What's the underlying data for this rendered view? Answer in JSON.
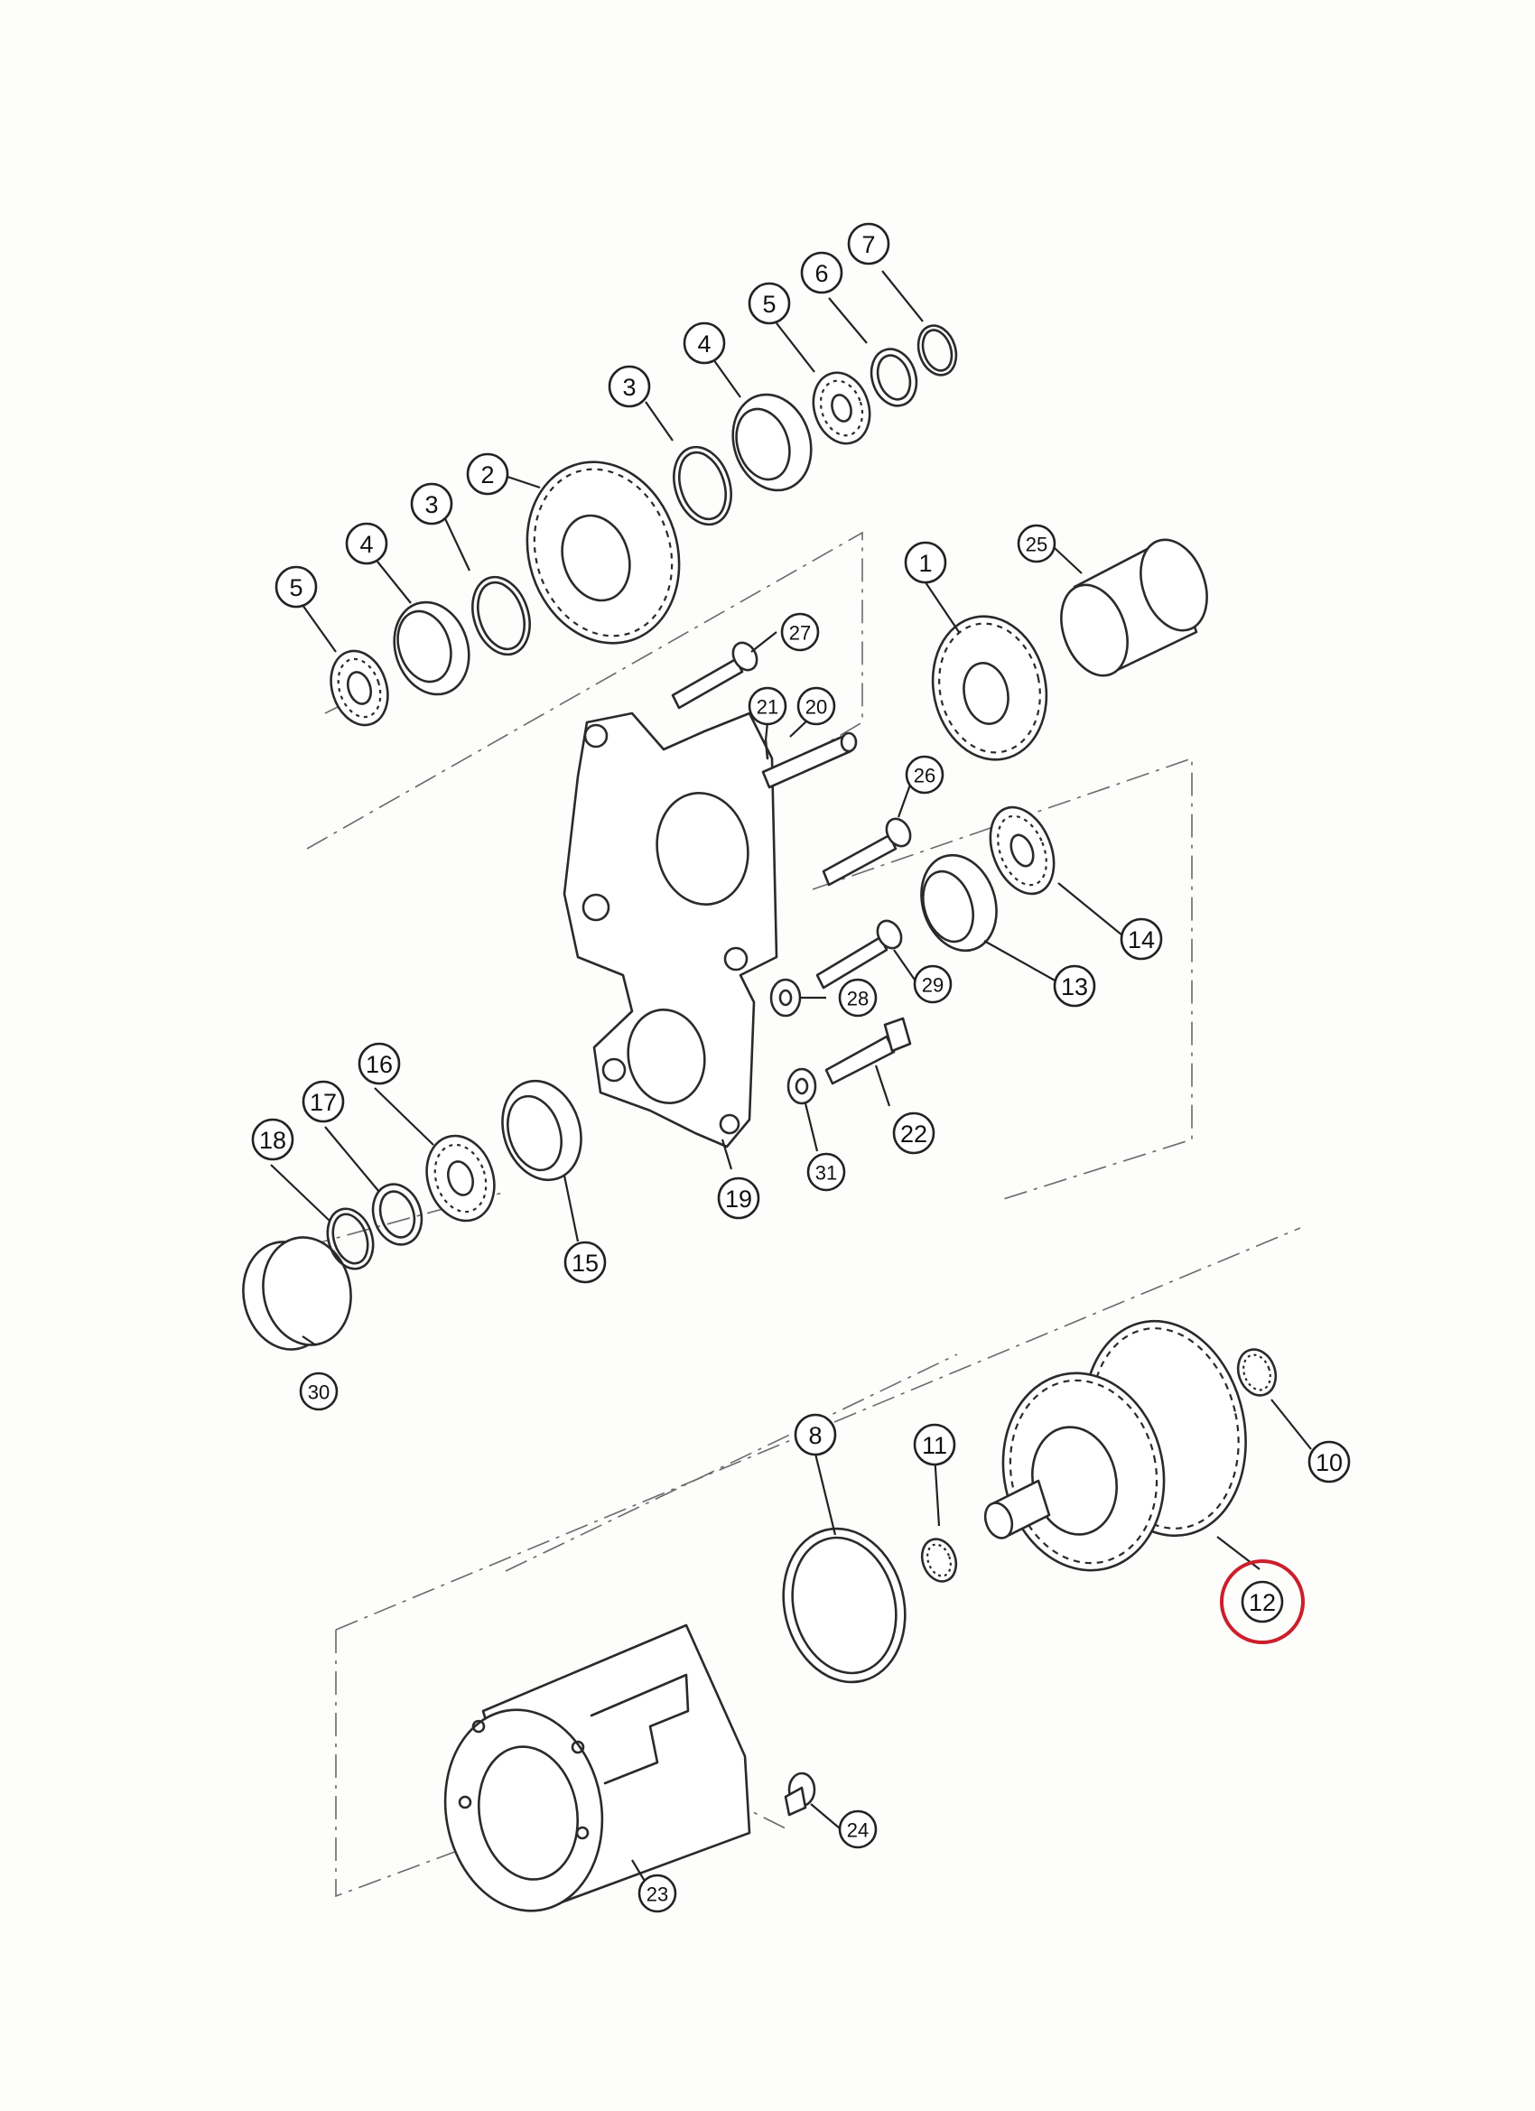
{
  "colors": {
    "line": "#2a2a2a",
    "highlight": "#cc1f2b",
    "paper": "#fdfdfc"
  },
  "highlighted_callout": "12",
  "callouts": [
    {
      "id": "c1",
      "label": "1"
    },
    {
      "id": "c2",
      "label": "2"
    },
    {
      "id": "c3a",
      "label": "3"
    },
    {
      "id": "c3b",
      "label": "3"
    },
    {
      "id": "c4a",
      "label": "4"
    },
    {
      "id": "c4b",
      "label": "4"
    },
    {
      "id": "c5a",
      "label": "5"
    },
    {
      "id": "c5b",
      "label": "5"
    },
    {
      "id": "c6",
      "label": "6"
    },
    {
      "id": "c7",
      "label": "7"
    },
    {
      "id": "c8",
      "label": "8"
    },
    {
      "id": "c10",
      "label": "10"
    },
    {
      "id": "c11",
      "label": "11"
    },
    {
      "id": "c12",
      "label": "12"
    },
    {
      "id": "c13",
      "label": "13"
    },
    {
      "id": "c14",
      "label": "14"
    },
    {
      "id": "c15",
      "label": "15"
    },
    {
      "id": "c16",
      "label": "16"
    },
    {
      "id": "c17",
      "label": "17"
    },
    {
      "id": "c18",
      "label": "18"
    },
    {
      "id": "c19",
      "label": "19"
    },
    {
      "id": "c20",
      "label": "20"
    },
    {
      "id": "c21",
      "label": "21"
    },
    {
      "id": "c22",
      "label": "22"
    },
    {
      "id": "c23",
      "label": "23"
    },
    {
      "id": "c24",
      "label": "24"
    },
    {
      "id": "c25",
      "label": "25"
    },
    {
      "id": "c26",
      "label": "26"
    },
    {
      "id": "c27",
      "label": "27"
    },
    {
      "id": "c28",
      "label": "28"
    },
    {
      "id": "c29",
      "label": "29"
    },
    {
      "id": "c30",
      "label": "30"
    },
    {
      "id": "c31",
      "label": "31"
    }
  ]
}
